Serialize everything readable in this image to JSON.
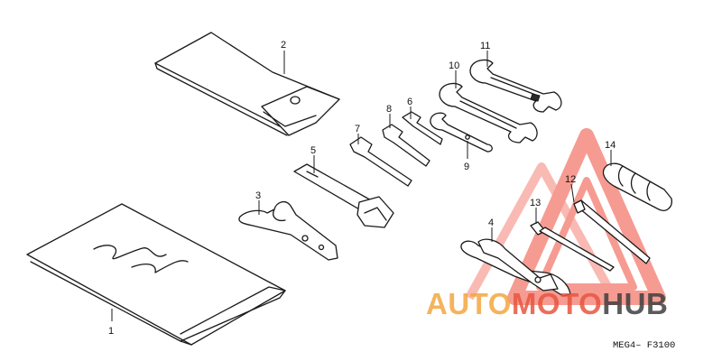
{
  "diagram": {
    "reference_code": "MEG4– F3100",
    "callouts": [
      "1",
      "2",
      "3",
      "4",
      "5",
      "6",
      "7",
      "8",
      "9",
      "10",
      "11",
      "12",
      "13",
      "14"
    ]
  },
  "watermark": {
    "part1": "AUTO",
    "part2": "MOTO",
    "part3": "HUB",
    "color_primary": "#f4a640",
    "color_secondary": "#e8553f",
    "color_tertiary": "#3f3f3f"
  }
}
